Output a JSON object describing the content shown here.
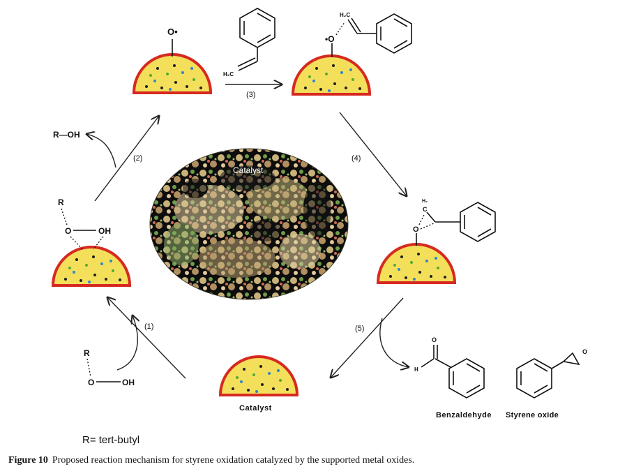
{
  "figure": {
    "label": "Figure 10",
    "caption": "Proposed reaction mechanism for styrene oxidation catalyzed by the supported metal oxides.",
    "r_definition": "R= tert-butyl"
  },
  "center": {
    "label": "Catalyst"
  },
  "steps": {
    "s1": "(1)",
    "s2": "(2)",
    "s3": "(3)",
    "s4": "(4)",
    "s5": "(5)"
  },
  "species": {
    "bottom_catalyst_label": "Catalyst",
    "rooh_R": "R",
    "rooh_O": "O",
    "rooh_OH": "OH",
    "surf_R": "R",
    "surf_O": "O",
    "surf_OH": "OH",
    "roh": "R—OH",
    "oxo_O": "O•",
    "styrene_ch2": "H₂C",
    "adduct_ch2": "H₂C",
    "adduct_O": "•O",
    "ring_H2": "H₂",
    "ring_C": "C",
    "ring_O": "O",
    "ald_O": "O",
    "ald_H": "H",
    "epox_O": "O",
    "benzaldehyde": "Benzaldehyde",
    "styrene_oxide": "Styrene oxide"
  },
  "colors": {
    "support_fill": "#f3df5a",
    "support_rim": "#d62a20",
    "dot_dark": "#1f1f1f",
    "dot_blue": "#2f86c9",
    "dot_green": "#57a832"
  }
}
